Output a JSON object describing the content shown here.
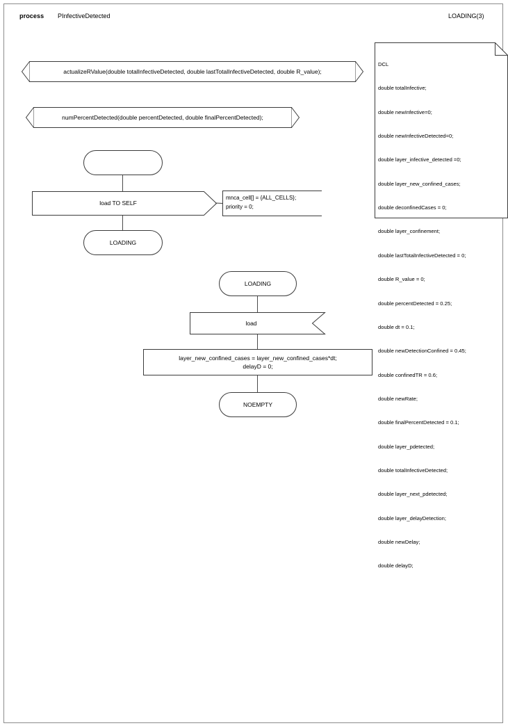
{
  "header": {
    "keyword": "process",
    "name": "PInfectiveDetected",
    "page_label": "LOADING(3)"
  },
  "declaration_box": {
    "name": "dcl-note",
    "title": "DCL",
    "lines": [
      "DCL",
      "double totalInfective;",
      "double newInfective=0;",
      "double newInfectiveDetected=0;",
      "double layer_infective_detected =0;",
      "double layer_new_confined_cases;",
      "double deconfinedCases = 0;",
      "double layer_confinement;",
      "double lastTotalInfectiveDetected = 0;",
      "double R_value = 0;",
      "double percentDetected = 0.25;",
      "double dt = 0.1;",
      "double newDetectionConfined = 0.45;",
      "double confinedTR = 0.6;",
      "double newRate;",
      "double finalPercentDetected = 0.1;",
      "double layer_pdetected;",
      "double totalInfectiveDetected;",
      "double layer_next_pdetected;",
      "double layer_delayDetection;",
      "double newDelay;",
      "double delayD;"
    ]
  },
  "procedures": [
    {
      "id": "proc-actualizeRValue",
      "label": "actualizeRValue(double totalInfectiveDetected, double lastTotalInfectiveDetected, double R_value);"
    },
    {
      "id": "proc-numPercentDetected",
      "label": "numPercentDetected(double percentDetected, double finalPercentDetected);"
    }
  ],
  "flow_one": {
    "start_state": {
      "label": ""
    },
    "output": {
      "label": "load TO SELF"
    },
    "comment": {
      "lines": "mnca_cell[] = {ALL_CELLS};\npriority = 0;"
    },
    "next_state": {
      "label": "LOADING"
    }
  },
  "flow_two": {
    "state": {
      "label": "LOADING"
    },
    "input": {
      "label": "load"
    },
    "task": {
      "label": "layer_new_confined_cases = layer_new_confined_cases*dt;\ndelayD = 0;"
    },
    "next_state": {
      "label": "NOEMPTY"
    }
  },
  "colors": {
    "stroke": "#3a3a3a",
    "connector": "#4a4a4a",
    "frame": "#8c8c8c",
    "text": "#000000",
    "background": "#ffffff"
  }
}
